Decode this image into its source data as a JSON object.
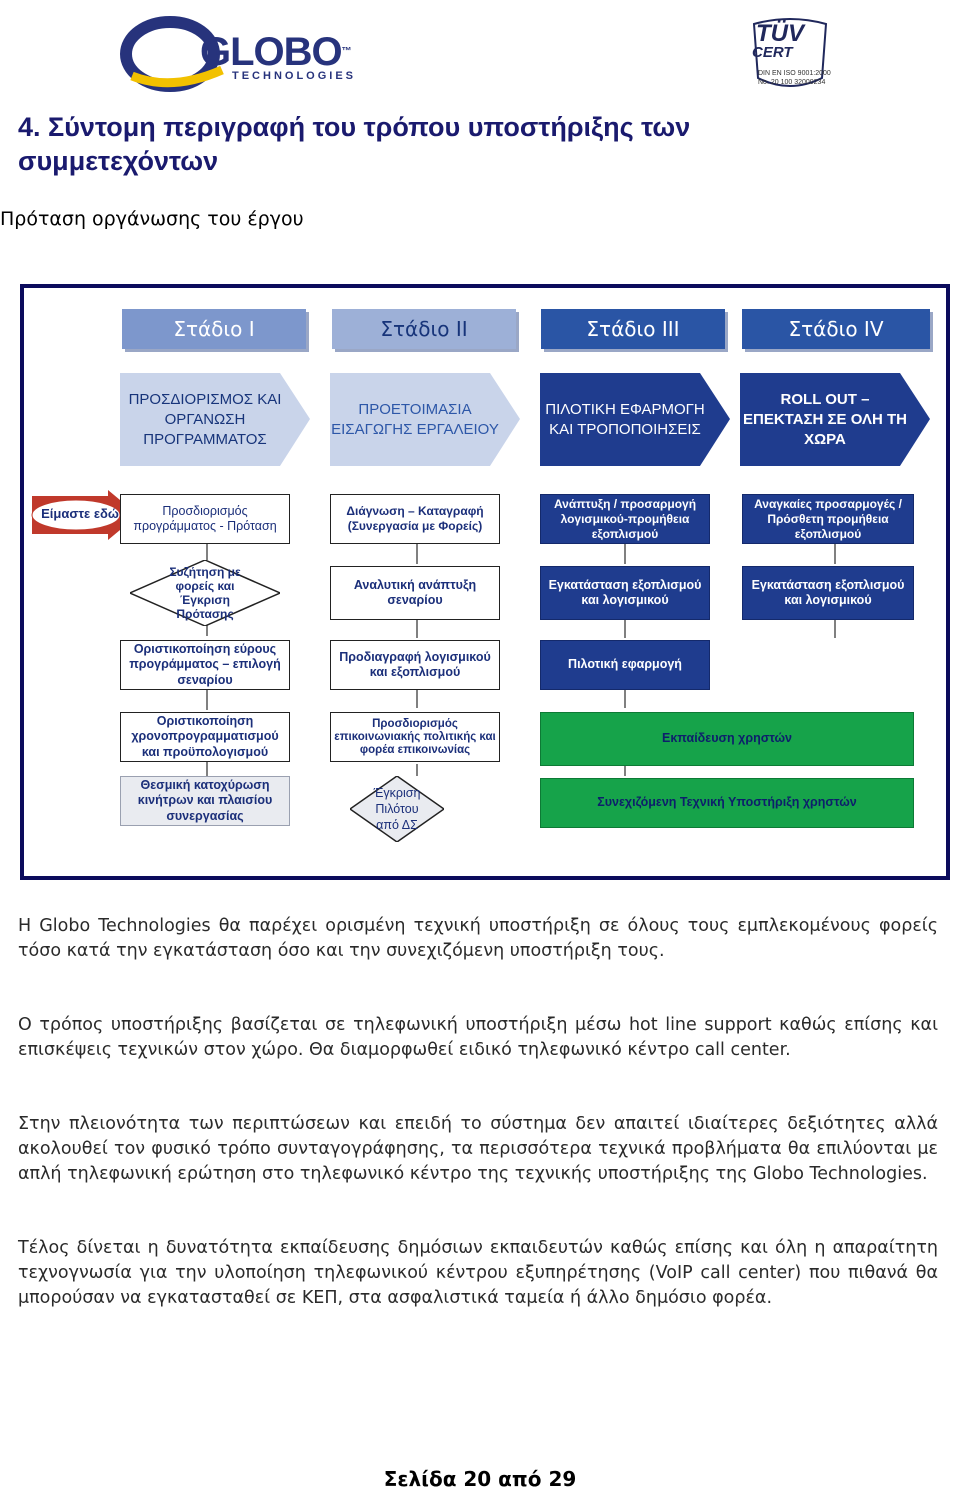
{
  "header": {
    "logo_text": "GLOBO",
    "logo_tm": "™",
    "logo_sub": "TECHNOLOGIES",
    "cert_brand": "TÜV",
    "cert_name": "CERT",
    "cert_line1": "DIN EN ISO 9001:2000",
    "cert_line2": "No. 20 100 32000234"
  },
  "section_title": "4. Σύντομη περιγραφή του τρόπου υποστήριξης των συμμετεχόντων",
  "subtitle": "Πρόταση οργάνωσης του έργου",
  "diagram": {
    "stages": [
      "Στάδιο Ι",
      "Στάδιο ΙΙ",
      "Στάδιο ΙΙΙ",
      "Στάδιο ΙV"
    ],
    "phases": [
      "ΠΡΟΣΔΙΟΡΙΣΜΟΣ ΚΑΙ ΟΡΓΑΝΩΣΗ ΠΡΟΓΡΑΜΜΑΤΟΣ",
      "ΠΡΟΕΤΟΙΜΑΣΙΑ ΕΙΣΑΓΩΓΗΣ ΕΡΓΑΛΕΙΟΥ",
      "ΠΙΛΟΤΙΚΗ ΕΦΑΡΜΟΓΗ ΚΑΙ ΤΡΟΠΟΠΟΙΗΣΕΙΣ",
      "ROLL OUT – ΕΠΕΚΤΑΣΗ ΣΕ ΟΛΗ ΤΗ ΧΩΡΑ"
    ],
    "we_are_here": "Είμαστε εδώ",
    "col1": [
      "Προσδιορισμός προγράμματος - Πρόταση",
      "Συζήτηση με φορείς και Έγκριση Πρότασης",
      "Οριστικοποίηση εύρους προγράμματος – επιλογή σεναρίου",
      "Οριστικοποίηση χρονοπρογραμματισμού και προϋπολογισμού",
      "Θεσμική κατοχύρωση κινήτρων και πλαισίου συνεργασίας"
    ],
    "col2": [
      "Διάγνωση – Καταγραφή (Συνεργασία με Φορείς)",
      "Αναλυτική ανάπτυξη σεναρίου",
      "Προδιαγραφή λογισμικού και εξοπλισμού",
      "Προσδιορισμός επικοινωνιακής πολιτικής και φορέα επικοινωνίας",
      "Έγκριση Πιλότου από ΔΣ"
    ],
    "col3": [
      "Ανάπτυξη / προσαρμογή λογισμικού-προμήθεια εξοπλισμού",
      "Εγκατάσταση εξοπλισμού και λογισμικού",
      "Πιλοτική εφαρμογή"
    ],
    "col4": [
      "Αναγκαίες προσαρμογές / Πρόσθετη προμήθεια εξοπλισμού",
      "Εγκατάσταση εξοπλισμού και λογισμικού"
    ],
    "training": "Εκπαίδευση χρηστών",
    "support": "Συνεχιζόμενη Τεχνική Υποστήριξη χρηστών"
  },
  "paragraphs": [
    "Η Globo Technologies θα παρέχει ορισμένη τεχνική υποστήριξη σε όλους τους εμπλεκομένους φορείς τόσο κατά την εγκατάσταση όσο και την συνεχιζόμενη υποστήριξη τους.",
    "Ο τρόπος υποστήριξης βασίζεται σε τηλεφωνική υποστήριξη μέσω hot line support καθώς επίσης και επισκέψεις τεχνικών στον χώρο. Θα διαμορφωθεί ειδικό τηλεφωνικό κέντρο call center.",
    "Στην πλειονότητα των περιπτώσεων και επειδή το σύστημα δεν απαιτεί ιδιαίτερες δεξιότητες αλλά ακολουθεί τον φυσικό τρόπο συνταγογράφησης, τα περισσότερα τεχνικά προβλήματα θα επιλύονται με απλή τηλεφωνική ερώτηση στο τηλεφωνικό κέντρο της τεχνικής υποστήριξης της Globo Technologies.",
    "Τέλος δίνεται η δυνατότητα εκπαίδευσης δημόσιων εκπαιδευτών καθώς επίσης και όλη η απαραίτητη τεχνογνωσία για την υλοποίηση τηλεφωνικού κέντρου εξυπηρέτησης (VoIP call center) που πιθανά θα μπορούσαν να εγκατασταθεί σε ΚΕΠ, στα ασφαλιστικά ταμεία ή άλλο δημόσιο φορέα."
  ],
  "footer": "Σελίδα 20 από 29",
  "colors": {
    "frame": "#0b0b5c",
    "stage_dark": "#2a55a5",
    "stage_light": "#9db0d7",
    "box_blue": "#1f3c8e",
    "box_green": "#16a34a",
    "here_red": "#c0392b"
  }
}
